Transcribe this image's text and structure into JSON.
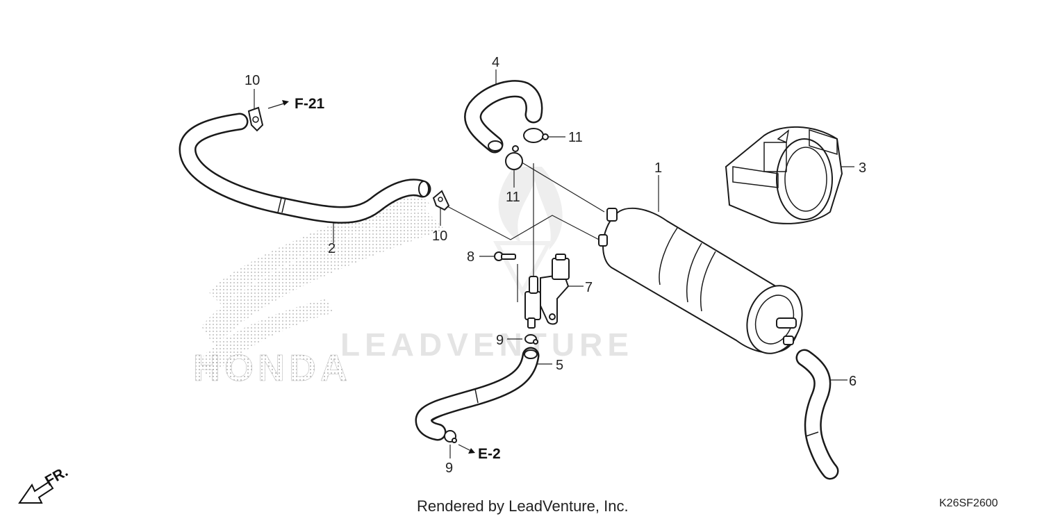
{
  "watermark": {
    "brand": "HONDA",
    "text": "LEADVENTURE"
  },
  "callouts": [
    {
      "id": "1",
      "text": "1"
    },
    {
      "id": "2",
      "text": "2"
    },
    {
      "id": "3",
      "text": "3"
    },
    {
      "id": "4",
      "text": "4"
    },
    {
      "id": "5",
      "text": "5"
    },
    {
      "id": "6",
      "text": "6"
    },
    {
      "id": "7",
      "text": "7"
    },
    {
      "id": "8",
      "text": "8"
    },
    {
      "id": "9a",
      "text": "9"
    },
    {
      "id": "9b",
      "text": "9"
    },
    {
      "id": "10a",
      "text": "10"
    },
    {
      "id": "10b",
      "text": "10"
    },
    {
      "id": "11a",
      "text": "11"
    },
    {
      "id": "11b",
      "text": "11"
    }
  ],
  "references": {
    "f21": "F-21",
    "e2": "E-2"
  },
  "direction_marker": "FR.",
  "footer": {
    "rendered_by": "Rendered by LeadVenture, Inc.",
    "diagram_code": "K26SF2600"
  },
  "colors": {
    "line": "#1a1a1a",
    "watermark": "#d9d9d9"
  }
}
